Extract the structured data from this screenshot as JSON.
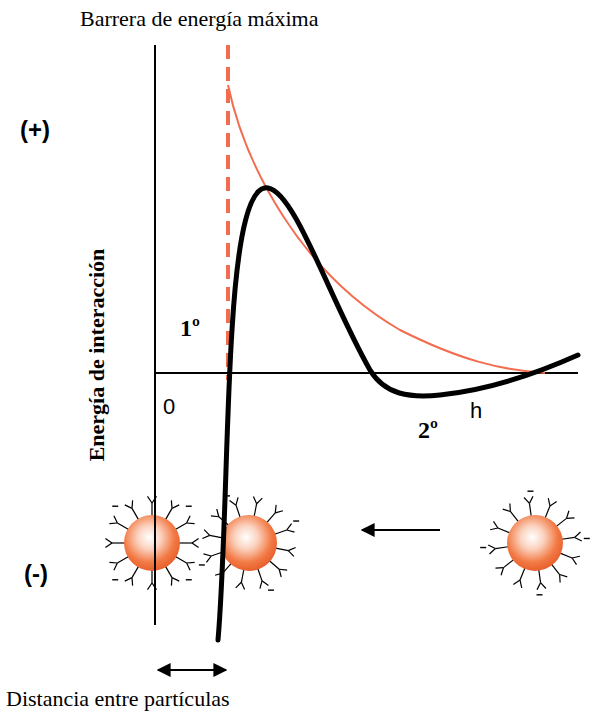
{
  "diagram": {
    "labels": [
      "Barrera de energía máxima",
      "(+)",
      "Energía de interacción",
      "(-)",
      "1º",
      "0",
      "h",
      "2º",
      "Distancia entre partículas"
    ]
  }
}
